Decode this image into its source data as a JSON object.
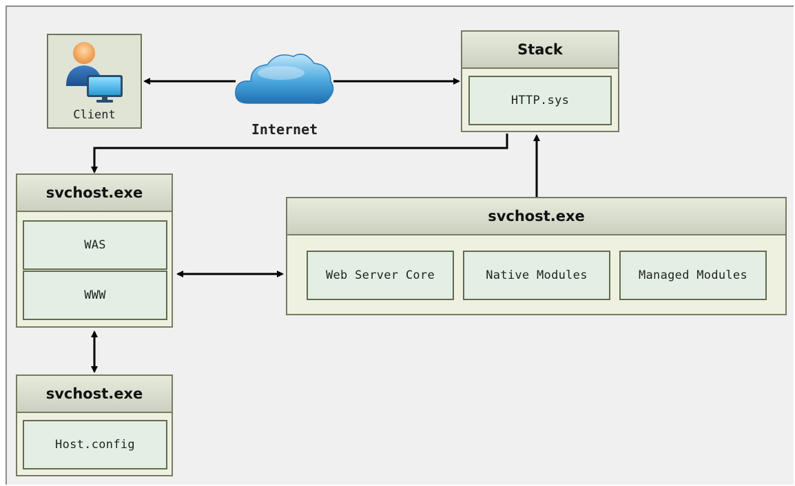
{
  "client": {
    "label": "Client",
    "icon": "user-computer-icon"
  },
  "internet": {
    "label": "Internet",
    "icon": "cloud-icon"
  },
  "stack": {
    "title": "Stack",
    "components": [
      "HTTP.sys"
    ]
  },
  "svchost_was": {
    "title": "svchost.exe",
    "components": [
      "WAS",
      "WWW"
    ]
  },
  "svchost_core": {
    "title": "svchost.exe",
    "components": [
      "Web Server Core",
      "Native Modules",
      "Managed Modules"
    ]
  },
  "svchost_config": {
    "title": "svchost.exe",
    "components": [
      "Host.config"
    ]
  },
  "colors": {
    "panel_fill": "#eef1df",
    "inner_fill": "#e3efe4",
    "border": "#767a62",
    "cloud": "#3fa0dc"
  }
}
